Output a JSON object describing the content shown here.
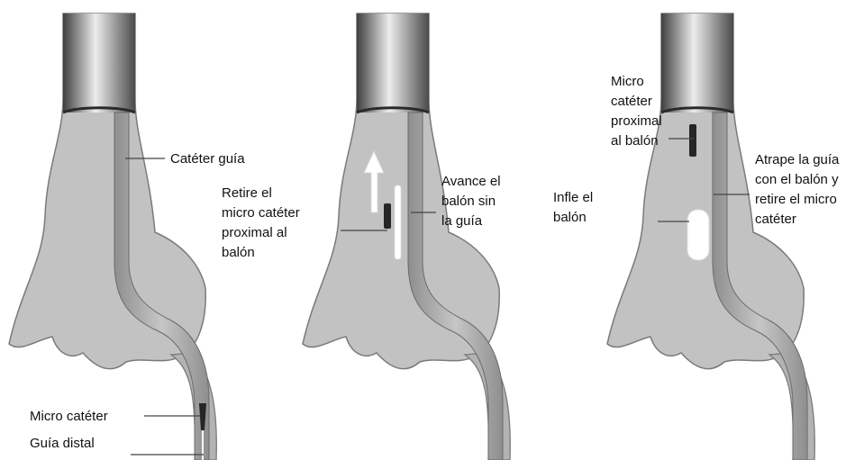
{
  "colors": {
    "organ_fill": "#c2c2c2",
    "organ_edge": "#7a7a7a",
    "duct_fill": "#b3b3b3",
    "catheter_fill": "#a8a8a8",
    "catheter_edge": "#6a6a6a",
    "sheath_dark": "#3f3f3f",
    "sheath_light": "#ededed",
    "tip_dark": "#262626",
    "balloon": "#ffffff"
  },
  "panels": [
    {
      "labels": {
        "guide_catheter": "Catéter guía",
        "micro_catheter": "Micro catéter",
        "distal_guide": "Guía distal"
      }
    },
    {
      "labels": {
        "withdraw": [
          "Retire el",
          "micro catéter",
          "proximal al",
          "balón"
        ],
        "advance": [
          "Avance el",
          "balón sin",
          "la guía"
        ]
      }
    },
    {
      "labels": {
        "micro_proximal": [
          "Micro",
          "catéter",
          "proximal",
          "al balón"
        ],
        "inflate": [
          "Infle el",
          "balón"
        ],
        "trap": [
          "Atrape la guía",
          "con el balón y",
          "retire el micro",
          "catéter"
        ]
      }
    }
  ]
}
